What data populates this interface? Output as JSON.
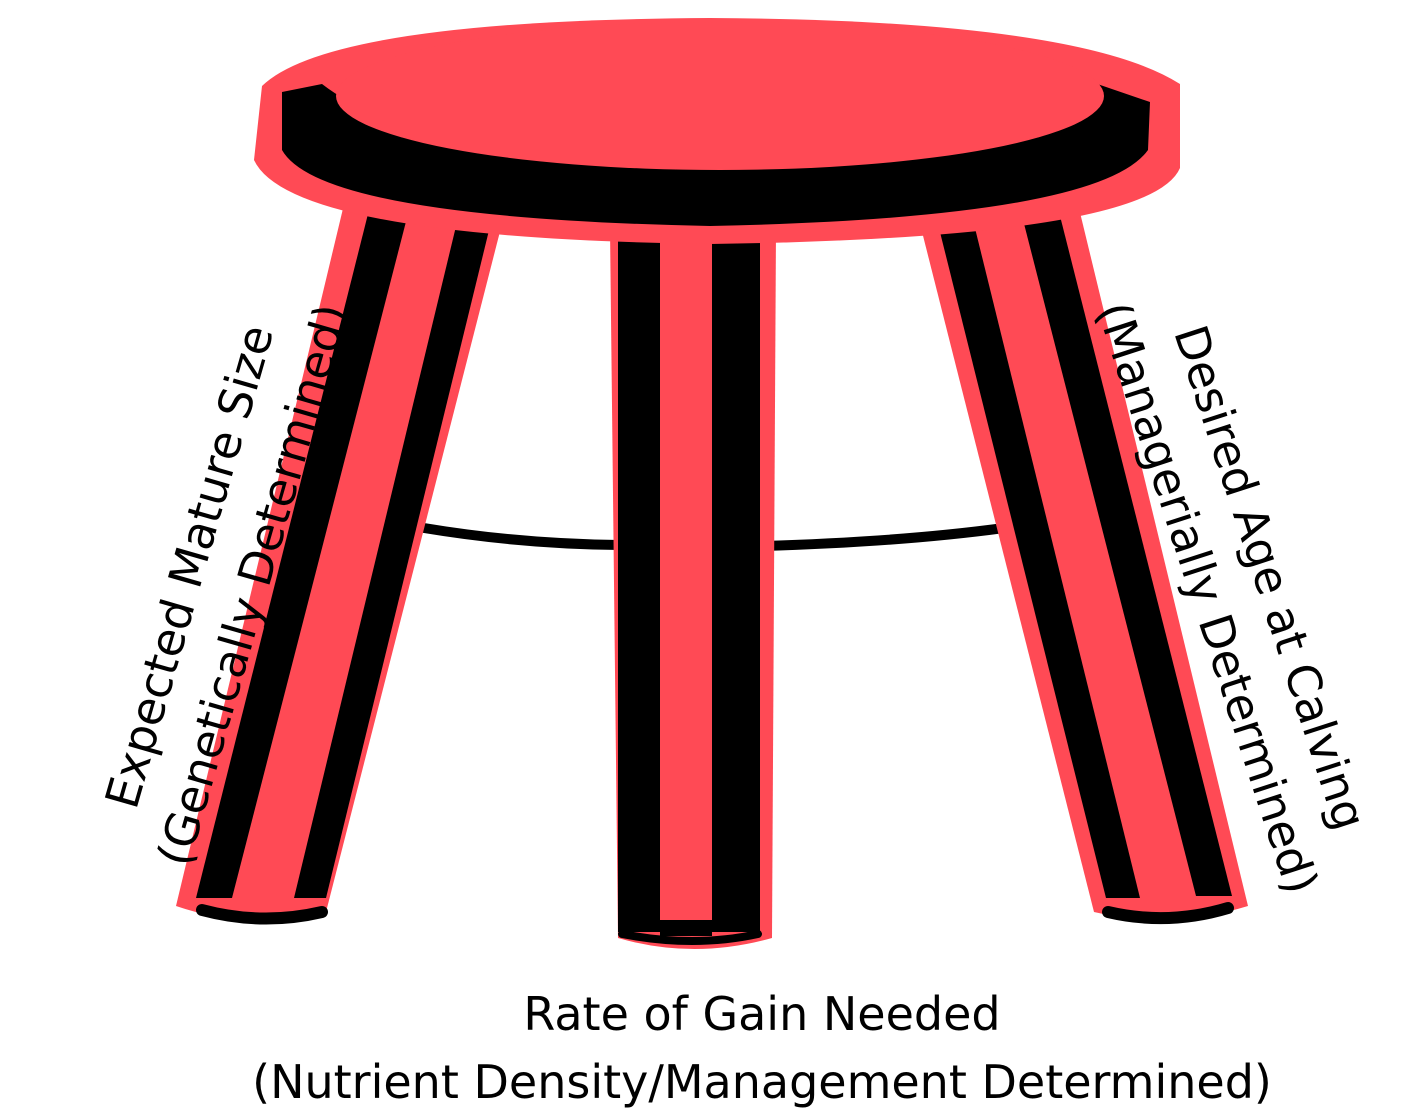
{
  "colors": {
    "stool_red": "#ff4a55",
    "stripe_black": "#000000",
    "background": "#ffffff"
  },
  "labels": {
    "left_leg": {
      "line1": "Expected Mature Size",
      "line2": "(Genetically Determined)"
    },
    "right_leg": {
      "line1": "Desired Age at Calving",
      "line2": "(Managerially Determined)"
    },
    "center_leg": {
      "line1": "Rate of Gain Needed",
      "line2": "(Nutrient Density/Management Determined)"
    }
  }
}
